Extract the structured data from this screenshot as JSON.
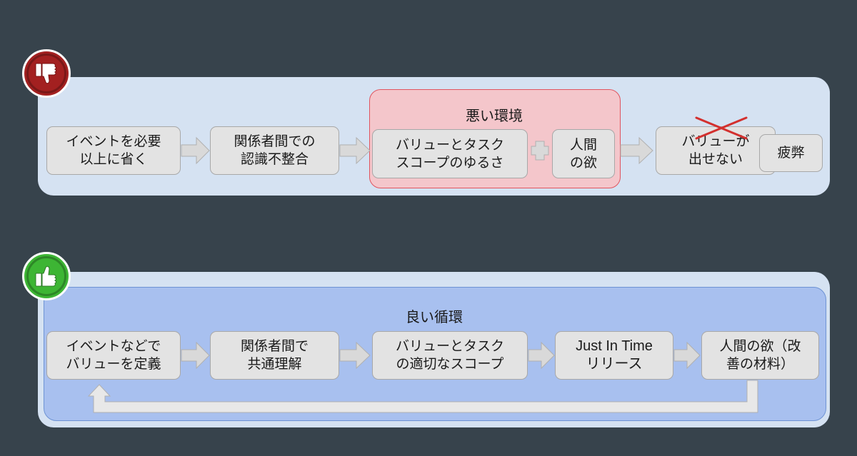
{
  "colors": {
    "background": "#37434c",
    "panel": "#d5e2f2",
    "good_inner": "#a8c0ef",
    "bad_env": "#f4c6cb",
    "bad_badge": "#a32020",
    "good_badge": "#3db534",
    "box": "#e3e3e3",
    "cross": "#d3302e"
  },
  "bad": {
    "badge_icon": "thumbs-down-icon",
    "env_title": "悪い環境",
    "boxes": [
      "イベントを必要\n以上に省く",
      "関係者間での\n認識不整合",
      "バリューとタスク\nスコープのゆるさ",
      "人間\nの欲",
      "バリューが\n出せない",
      "疲弊"
    ]
  },
  "good": {
    "badge_icon": "thumbs-up-icon",
    "cycle_title": "良い循環",
    "boxes": [
      "イベントなどで\nバリューを定義",
      "関係者間で\n共通理解",
      "バリューとタスク\nの適切なスコープ",
      "Just In Time\nリリース",
      "人間の欲（改\n善の材料）"
    ]
  }
}
